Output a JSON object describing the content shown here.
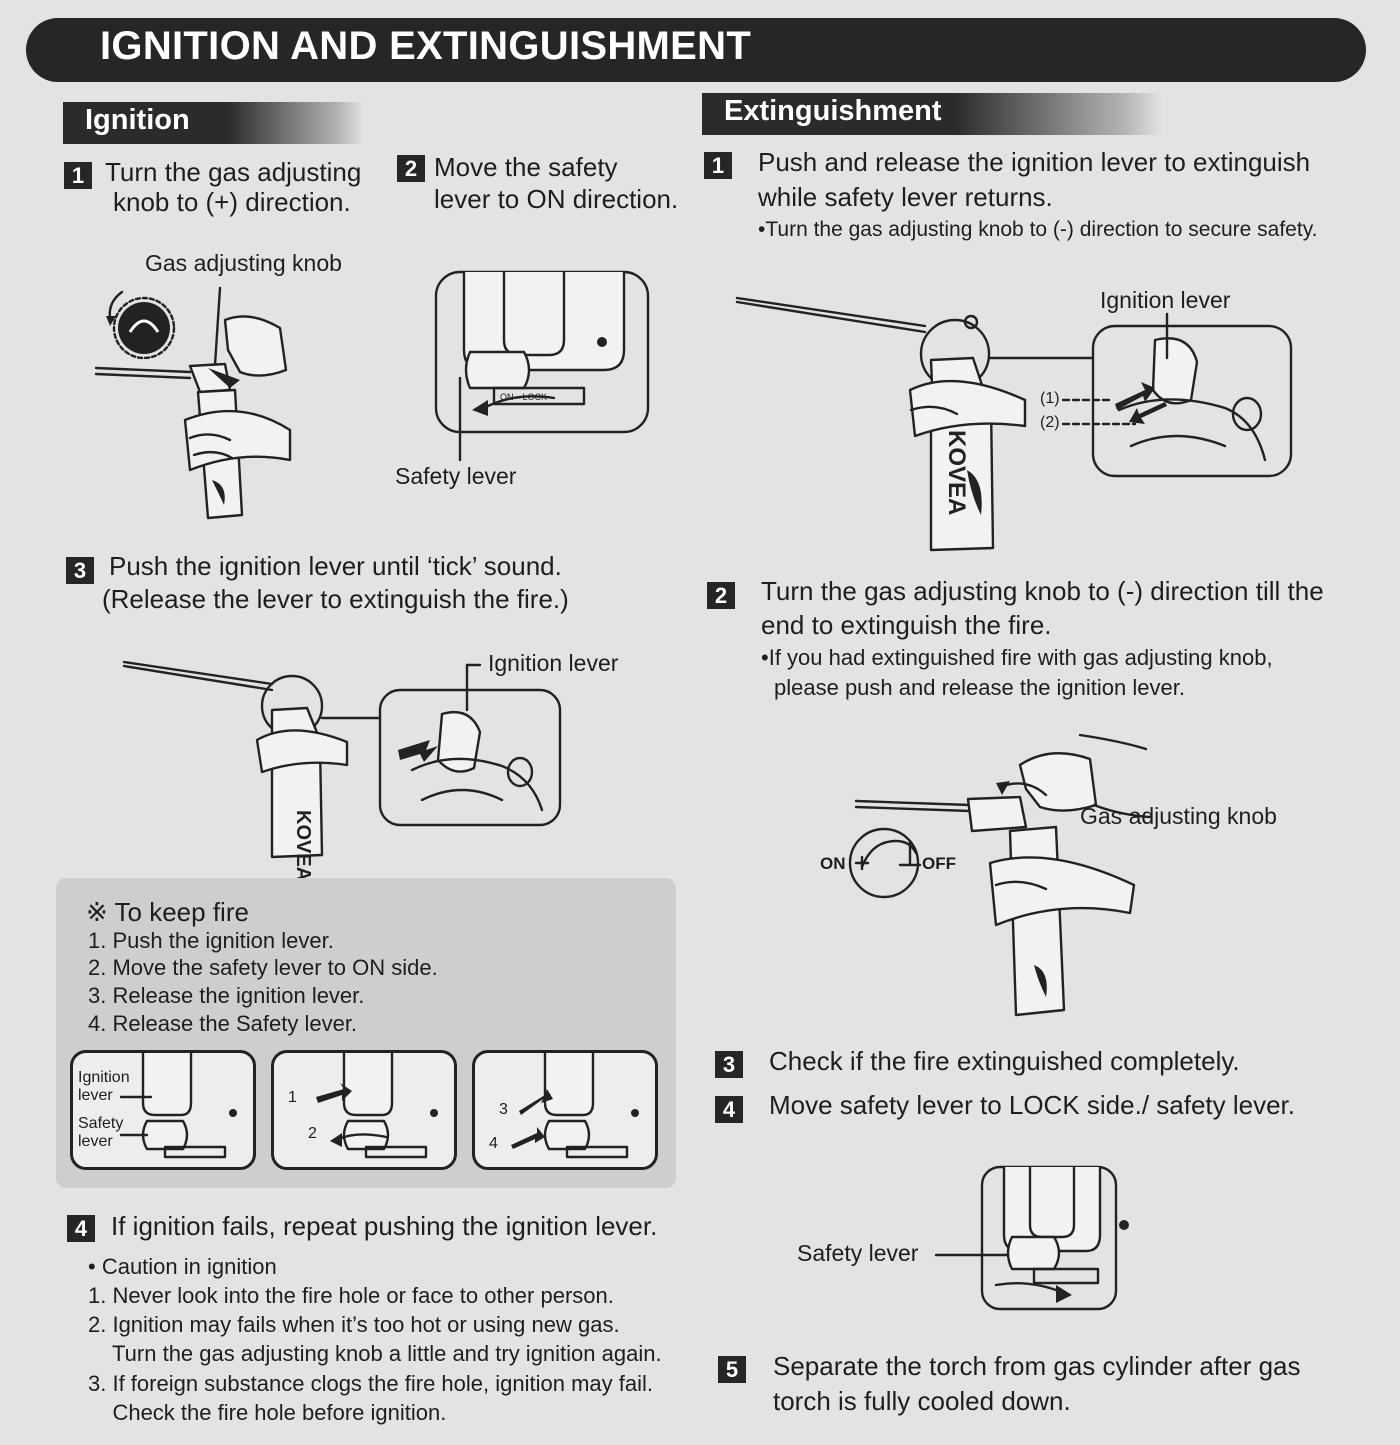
{
  "page_title": "IGNITION AND EXTINGUISHMENT",
  "ignition": {
    "heading": "Ignition",
    "step1": {
      "num": "1",
      "line1": "Turn the gas adjusting",
      "line2": "knob to (+) direction."
    },
    "step2": {
      "num": "2",
      "line1": "Move the safety",
      "line2": "lever to ON direction."
    },
    "gas_knob_label": "Gas adjusting knob",
    "safety_lever_label": "Safety lever",
    "switch_text": "ON⇔LOCK",
    "step3": {
      "num": "3",
      "line1": "Push the ignition lever until ‘tick’ sound.",
      "line2": "(Release the lever to extinguish the fire.)"
    },
    "ignition_lever_label": "Ignition lever",
    "brand": "KOVEA",
    "keep_fire": {
      "heading": "※ To keep fire",
      "items": [
        "1. Push the ignition lever.",
        "2. Move the safety lever to ON side.",
        "3. Release the ignition lever.",
        "4. Release the Safety lever."
      ],
      "panel1": {
        "ignition": "Ignition",
        "lever1": "lever",
        "safety": "Safety",
        "lever2": "lever"
      },
      "panel2": {
        "n1": "1",
        "n2": "2"
      },
      "panel3": {
        "n3": "3",
        "n4": "4"
      }
    },
    "step4": {
      "num": "4",
      "line": "If ignition fails, repeat pushing the ignition lever."
    },
    "caution": {
      "heading": "•  Caution in ignition",
      "items": [
        "1. Never look into the fire hole or face to other person.",
        "2. Ignition may fails when it’s too hot or using new gas.",
        "    Turn the gas adjusting knob a little and try ignition again.",
        "3. If foreign substance clogs the fire hole, ignition may fail.",
        "    Check the fire hole before ignition."
      ]
    }
  },
  "extinguishment": {
    "heading": "Extinguishment",
    "step1": {
      "num": "1",
      "line1": "Push and release the ignition lever to extinguish",
      "line2": "while safety lever returns.",
      "bullet": "•Turn the gas adjusting knob to (-) direction to secure safety."
    },
    "ignition_lever_label": "Ignition lever",
    "mark1": "(1)",
    "mark2": "(2)",
    "brand": "KOVEA",
    "step2": {
      "num": "2",
      "line1": "Turn the gas adjusting knob to (-) direction till the",
      "line2": "end to extinguish the fire.",
      "bullet1": "•If you had extinguished fire with gas adjusting knob,",
      "bullet2": "please push and release the ignition lever."
    },
    "gas_knob_label": "Gas adjusting knob",
    "on_label": "ON",
    "off_label": "OFF",
    "step3": {
      "num": "3",
      "line": "Check if the fire extinguished completely."
    },
    "step4": {
      "num": "4",
      "line": "Move safety lever to LOCK side./ safety lever."
    },
    "safety_lever_label": "Safety lever",
    "step5": {
      "num": "5",
      "line1": "Separate the torch from gas cylinder after gas",
      "line2": "torch is fully cooled down."
    }
  }
}
